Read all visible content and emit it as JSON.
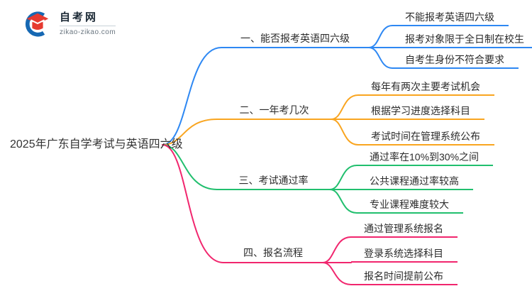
{
  "logo": {
    "site_name": "自考网",
    "site_url": "zikao-zikao.com",
    "icon": "graduation-cap-icon",
    "crescent_color": "#1668b3",
    "cap_color": "#e63a30"
  },
  "central": {
    "title": "2025年广东自学考试与英语四六级"
  },
  "branches": [
    {
      "label": "一、能否报考英语四六级",
      "color": "#2E88F3",
      "children": [
        "不能报考英语四六级",
        "报考对象限于全日制在校生",
        "自考生身份不符合要求"
      ]
    },
    {
      "label": "二、一年考几次",
      "color": "#F9A520",
      "children": [
        "每年有两次主要考试机会",
        "根据学习进度选择科目",
        "考试时间在管理系统公布"
      ]
    },
    {
      "label": "三、考试通过率",
      "color": "#21BF6E",
      "children": [
        "通过率在10%到30%之间",
        "公共课程通过率较高",
        "专业课程难度较大"
      ]
    },
    {
      "label": "四、报名流程",
      "color": "#F1266E",
      "children": [
        "通过管理系统报名",
        "登录系统选择科目",
        "报名时间提前公布"
      ]
    }
  ]
}
